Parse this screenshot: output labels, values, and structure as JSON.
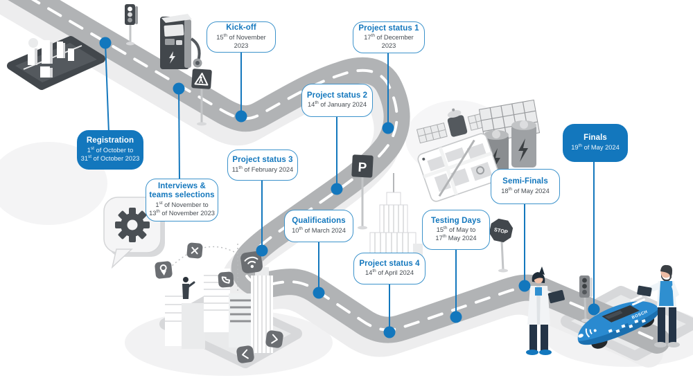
{
  "colors": {
    "accent": "#1377bd",
    "accent_border": "#3b92cb",
    "road": "#b1b3b5",
    "road_shadow": "#ededee",
    "date_text": "#454b51"
  },
  "milestones": [
    {
      "title": "Registration",
      "date": "1st of October to\n31st of October 2023",
      "emphasis": true
    },
    {
      "title": "Interviews &\nteams selections",
      "date": "1st of November to\n13th of November 2023",
      "emphasis": false
    },
    {
      "title": "Kick-off",
      "date": "15th of November 2023",
      "emphasis": false
    },
    {
      "title": "Project status 1",
      "date": "17th of December 2023",
      "emphasis": false
    },
    {
      "title": "Project status 2",
      "date": "14th of January 2024",
      "emphasis": false
    },
    {
      "title": "Project status 3",
      "date": "11th of February 2024",
      "emphasis": false
    },
    {
      "title": "Qualifications",
      "date": "10th of March 2024",
      "emphasis": false
    },
    {
      "title": "Project status 4",
      "date": "14th of April 2024",
      "emphasis": false
    },
    {
      "title": "Testing Days",
      "date": "15th of May to\n17th May 2024",
      "emphasis": false
    },
    {
      "title": "Semi-Finals",
      "date": "18th of May 2024",
      "emphasis": false
    },
    {
      "title": "Finals",
      "date": "19th of May 2024",
      "emphasis": true
    }
  ],
  "signs": {
    "stop_sign": "STOP",
    "parking_sign": "P"
  },
  "car": {
    "brand_label": "BOSCH"
  }
}
